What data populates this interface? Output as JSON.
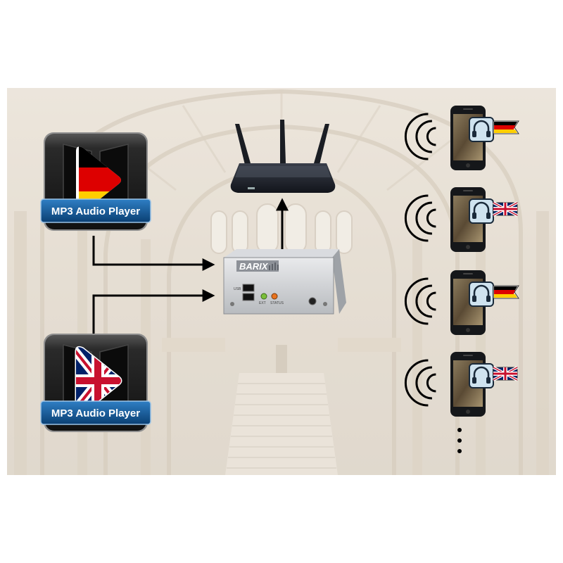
{
  "apps": [
    {
      "id": "de",
      "label": "MP3 Audio Player",
      "flag": "germany-flag"
    },
    {
      "id": "uk",
      "label": "MP3 Audio Player",
      "flag": "uk-flag"
    }
  ],
  "device": {
    "brand": "BARIX",
    "labels": [
      "USB",
      "EXT",
      "STATUS"
    ]
  },
  "phones": [
    {
      "flag": "germany-flag"
    },
    {
      "flag": "uk-flag"
    },
    {
      "flag": "germany-flag"
    },
    {
      "flag": "uk-flag"
    }
  ],
  "colors": {
    "arrow": "#000000",
    "tile_dark": "#1d1d1d",
    "caption_bg": "#0d4d86",
    "play_red": "#c8102e"
  }
}
